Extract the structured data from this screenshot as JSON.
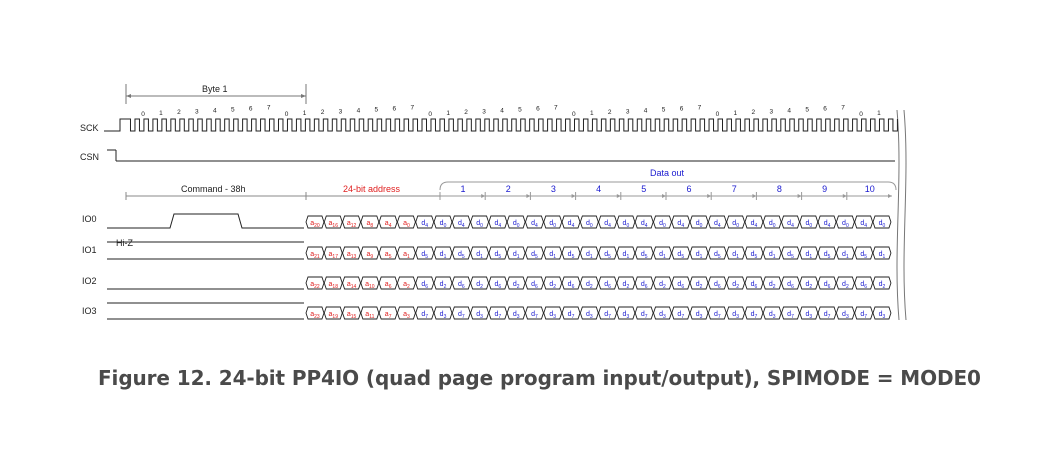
{
  "signals": [
    "SCK",
    "CSN",
    "IO0",
    "IO1",
    "IO2",
    "IO3"
  ],
  "byte_label": "Byte 1",
  "command_label": "Command - 38h",
  "address_label": "24-bit address",
  "data_out_label": "Data out",
  "hiz_label": "Hi-Z",
  "sck_bit_labels": [
    "0",
    "1",
    "2",
    "3",
    "4",
    "5",
    "6",
    "7"
  ],
  "data_byte_numbers": [
    "1",
    "2",
    "3",
    "4",
    "5",
    "6",
    "7",
    "8",
    "9",
    "10"
  ],
  "address_bits": {
    "IO0": [
      "a20",
      "a16",
      "a12",
      "a8",
      "a4",
      "a0"
    ],
    "IO1": [
      "a21",
      "a17",
      "a13",
      "a9",
      "a5",
      "a1"
    ],
    "IO2": [
      "a22",
      "a18",
      "a14",
      "a10",
      "a6",
      "a2"
    ],
    "IO3": [
      "a23",
      "a19",
      "a15",
      "a11",
      "a7",
      "a3"
    ]
  },
  "data_nibbles": {
    "IO0": [
      "d4",
      "d0"
    ],
    "IO1": [
      "d5",
      "d1"
    ],
    "IO2": [
      "d6",
      "d2"
    ],
    "IO3": [
      "d7",
      "d3"
    ]
  },
  "caption": "Figure 12. 24-bit PP4IO (quad page program input/output), SPIMODE = MODE0",
  "colors": {
    "line": "#222222",
    "address": "#e02020",
    "data": "#1a1ad0",
    "caption": "#4a4a4a"
  }
}
